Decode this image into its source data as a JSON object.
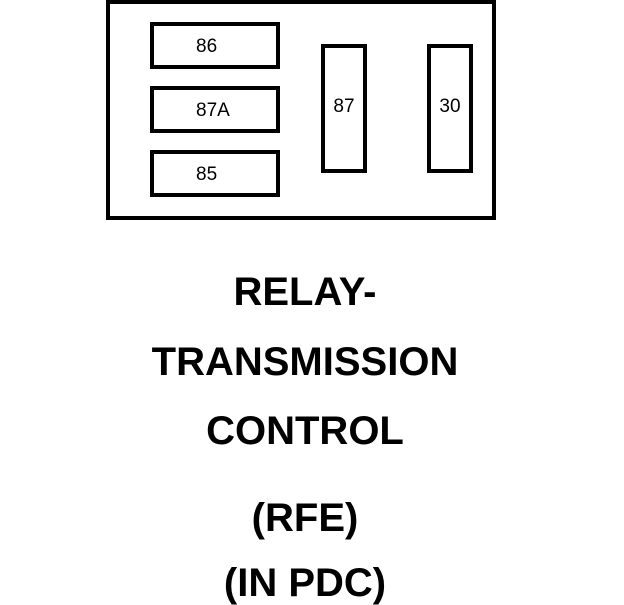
{
  "relay": {
    "pins": {
      "p86": "86",
      "p87a": "87A",
      "p85": "85",
      "p87": "87",
      "p30": "30"
    }
  },
  "caption": {
    "line1": "RELAY-",
    "line2": "TRANSMISSION",
    "line3": "CONTROL",
    "line4": "(RFE)",
    "line5": "(IN PDC)"
  }
}
